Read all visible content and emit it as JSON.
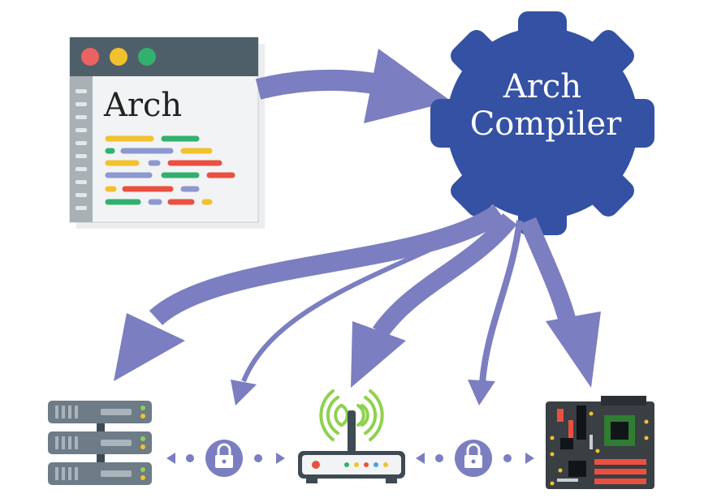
{
  "editor": {
    "code_title": "Arch",
    "window_dots": [
      "#ea6360",
      "#f2c12e",
      "#31b06e"
    ]
  },
  "compiler": {
    "line1": "Arch",
    "line2": "Compiler",
    "color": "#3451a3"
  },
  "arrow_color": "#7b7ec0",
  "targets": [
    {
      "name": "server-rack",
      "icon": "server-icon"
    },
    {
      "name": "router",
      "icon": "wifi-router-icon"
    },
    {
      "name": "circuit-board",
      "icon": "pcb-icon"
    }
  ],
  "links": [
    {
      "between": [
        "server-rack",
        "router"
      ],
      "icon": "lock-icon"
    },
    {
      "between": [
        "router",
        "circuit-board"
      ],
      "icon": "lock-icon"
    }
  ]
}
